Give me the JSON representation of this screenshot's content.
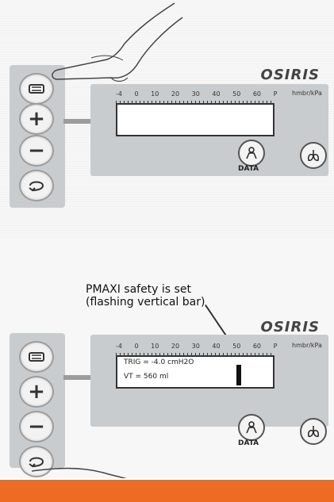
{
  "brand": "OSIRIS",
  "scale": {
    "ticks": [
      "-4",
      "0",
      "10",
      "20",
      "30",
      "40",
      "50",
      "60",
      "P"
    ],
    "unit": "hmbr/kPa"
  },
  "buttons": {
    "menu_icon": "menu-icon",
    "plus": "+",
    "minus": "−",
    "back_icon": "return-arrow-icon"
  },
  "data_label": "DATA",
  "callout": {
    "line1": "PMAXI safety is set",
    "line2": "(flashing vertical bar)"
  },
  "lcd": {
    "line1": "TRIG = -4.0 cmH2O",
    "line2": "VT = 560 ml"
  },
  "colors": {
    "panel": "#c9ccce",
    "accent_footer": "#ee6b23"
  }
}
